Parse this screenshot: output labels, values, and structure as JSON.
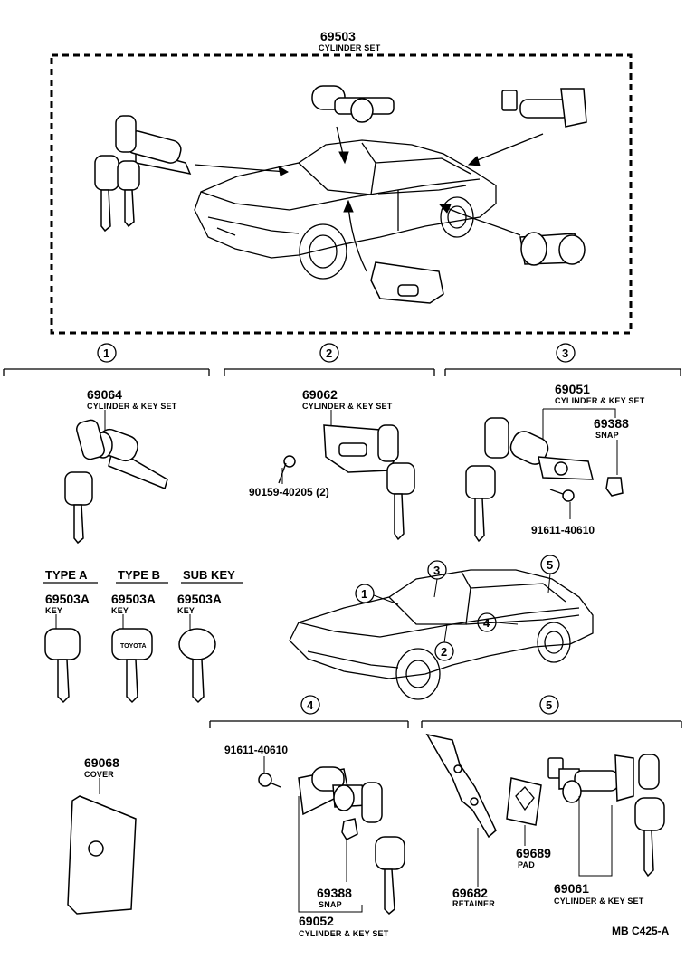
{
  "top_set": {
    "part_no": "69503",
    "name": "CYLINDER SET"
  },
  "sections": [
    {
      "number": "1"
    },
    {
      "number": "2"
    },
    {
      "number": "3"
    },
    {
      "number": "4"
    },
    {
      "number": "5"
    }
  ],
  "car_callouts": [
    "1",
    "2",
    "3",
    "4",
    "5"
  ],
  "parts": {
    "p69064": {
      "part_no": "69064",
      "name": "CYLINDER & KEY SET"
    },
    "p69062": {
      "part_no": "69062",
      "name": "CYLINDER & KEY SET"
    },
    "p90159": {
      "part_no": "90159-40205 (2)"
    },
    "p69051": {
      "part_no": "69051",
      "name": "CYLINDER & KEY SET"
    },
    "p69388a": {
      "part_no": "69388",
      "name": "SNAP"
    },
    "p91611a": {
      "part_no": "91611-40610"
    },
    "p91611b": {
      "part_no": "91611-40610"
    },
    "p69388b": {
      "part_no": "69388",
      "name": "SNAP"
    },
    "p69052": {
      "part_no": "69052",
      "name": "CYLINDER & KEY SET"
    },
    "p69068": {
      "part_no": "69068",
      "name": "COVER"
    },
    "p69682": {
      "part_no": "69682",
      "name": "RETAINER"
    },
    "p69689": {
      "part_no": "69689",
      "name": "PAD"
    },
    "p69061": {
      "part_no": "69061",
      "name": "CYLINDER & KEY SET"
    }
  },
  "keys": [
    {
      "type": "TYPE A",
      "part_no": "69503A",
      "name": "KEY"
    },
    {
      "type": "TYPE B",
      "part_no": "69503A",
      "name": "KEY"
    },
    {
      "type": "SUB KEY",
      "part_no": "69503A",
      "name": "KEY"
    }
  ],
  "key_brand": "TOYOTA",
  "diagram_code": "MB C425-A"
}
